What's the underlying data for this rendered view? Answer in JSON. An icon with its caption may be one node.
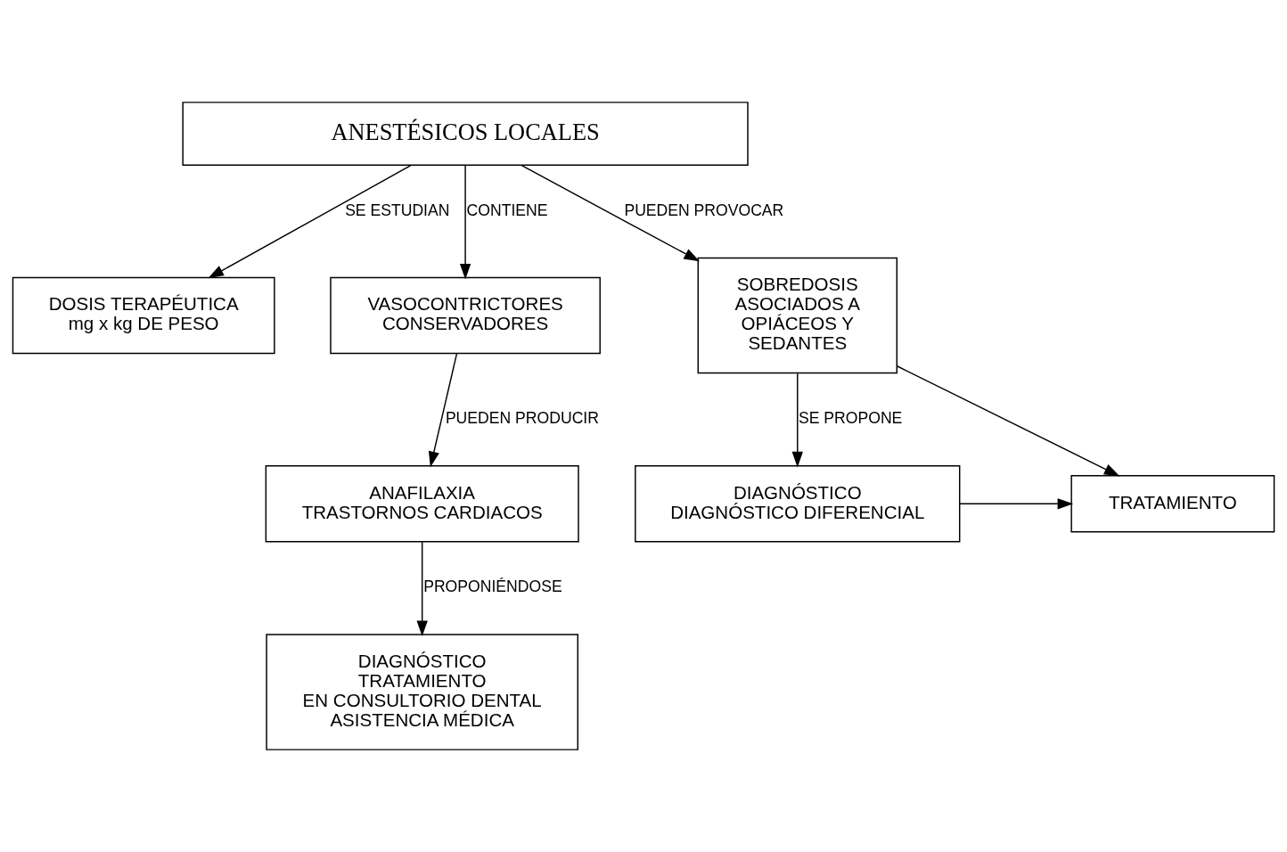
{
  "diagram": {
    "nodes": [
      {
        "text": [
          "ANESTÉSICOS LOCALES"
        ]
      },
      {
        "text": [
          "DOSIS TERAPÉUTICA",
          "mg x kg DE PESO"
        ]
      },
      {
        "text": [
          "VASOCONTRICTORES",
          "CONSERVADORES"
        ]
      },
      {
        "text": [
          "SOBREDOSIS ASOCIADOS A OPIÁCEOS Y SEDANTES"
        ]
      },
      {
        "text": [
          "ANAFILAXIA",
          "TRASTORNOS CARDIACOS"
        ]
      },
      {
        "text": [
          "DIAGNÓSTICO",
          "DIAGNÓSTICO DIFERENCIAL"
        ]
      },
      {
        "text": [
          "TRATAMIENTO"
        ]
      },
      {
        "text": [
          "DIAGNÓSTICO",
          "TRATAMIENTO",
          "EN CONSULTORIO DENTAL",
          "ASISTENCIA MÉDICA"
        ]
      }
    ],
    "edges": [
      {
        "from": 0,
        "to": 1,
        "arrow": "to",
        "label": "SE ESTUDIAN"
      },
      {
        "from": 0,
        "to": 2,
        "arrow": "to",
        "label": "CONTIENE"
      },
      {
        "from": 0,
        "to": 3,
        "arrow": "to",
        "label": "PUEDEN PROVOCAR"
      },
      {
        "from": 2,
        "to": 4,
        "arrow": "to",
        "label": "PUEDEN PRODUCIR"
      },
      {
        "from": 3,
        "to": 5,
        "arrow": "to",
        "label": "SE PROPONE"
      },
      {
        "from": 3,
        "to": 6,
        "arrow": "to"
      },
      {
        "from": 5,
        "to": 6,
        "arrow": "to"
      },
      {
        "from": 4,
        "to": 7,
        "arrow": "to",
        "label": "PROPONIÉNDOSE"
      }
    ]
  }
}
